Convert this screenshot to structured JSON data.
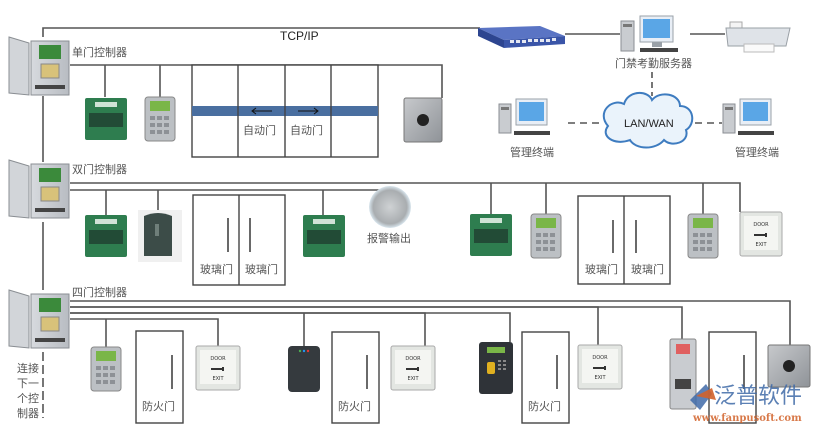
{
  "network": {
    "protocol_label": "TCP/IP",
    "cloud_label": "LAN/WAN",
    "server_label": "门禁考勤服务器",
    "terminal_left_label": "管理终端",
    "terminal_right_label": "管理终端"
  },
  "controllers": {
    "single": {
      "label": "单门控制器"
    },
    "double": {
      "label": "双门控制器"
    },
    "four": {
      "label": "四门控制器"
    },
    "next_label_lines": [
      "连接",
      "下一",
      "个控",
      "制器"
    ]
  },
  "doors": {
    "auto_left": "自动门",
    "auto_right": "自动门",
    "glass": "玻璃门",
    "fire": "防火门"
  },
  "alarm": {
    "label": "报警输出"
  },
  "devices": {
    "exit_button_top": "DOOR",
    "exit_button_bottom": "EXIT"
  },
  "watermark": {
    "brand": "泛普软件",
    "url": "www.fanpusoft.com"
  },
  "colors": {
    "auto_door_band": "#4a6fa0",
    "emergency_green": "#2e7d4f",
    "switch_blue": "#3a55a8",
    "watermark_blue": "#3f6aa8",
    "watermark_orange": "#d2622a"
  }
}
